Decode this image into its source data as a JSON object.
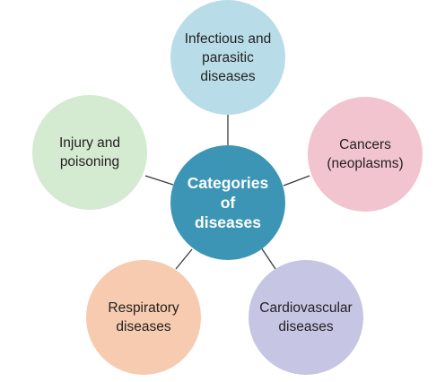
{
  "diagram": {
    "center": {
      "label": "Categories\nof\ndiseases",
      "color": "#3d95b6"
    },
    "categories": [
      {
        "id": "infectious",
        "label": "Infectious and\nparasitic\ndiseases",
        "color": "#b8dde8"
      },
      {
        "id": "cancers",
        "label": "Cancers\n(neoplasms)",
        "color": "#f1c4cf"
      },
      {
        "id": "cardiovascular",
        "label": "Cardiovascular\ndiseases",
        "color": "#c6c5e3"
      },
      {
        "id": "respiratory",
        "label": "Respiratory\ndiseases",
        "color": "#f6cbb0"
      },
      {
        "id": "injury",
        "label": "Injury and\npoisoning",
        "color": "#d4ead1"
      }
    ],
    "connector_color": "#3a3a3a"
  }
}
